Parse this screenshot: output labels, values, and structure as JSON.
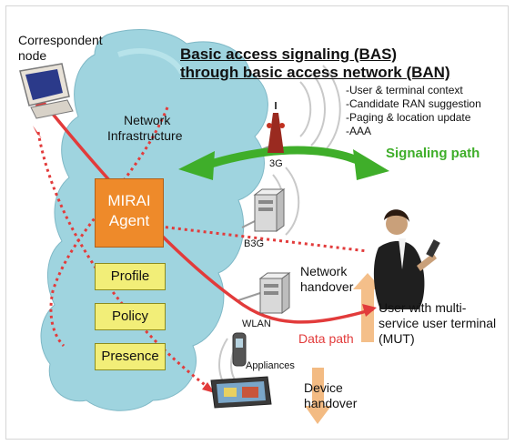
{
  "title": {
    "line1": "Basic access signaling (BAS)",
    "line2": "through basic access network (BAN)"
  },
  "bas_functions": [
    "-User & terminal context",
    "-Candidate RAN suggestion",
    "-Paging & location update",
    "-AAA"
  ],
  "correspondent": {
    "line1": "Correspondent",
    "line2": "node"
  },
  "network_infrastructure": {
    "line1": "Network",
    "line2": "Infrastructure"
  },
  "mirai_agent": {
    "line1": "MIRAI",
    "line2": "Agent"
  },
  "modules": [
    "Profile",
    "Policy",
    "Presence"
  ],
  "access_networks": {
    "3g": "3G",
    "b3g": "B3G",
    "wlan": "WLAN"
  },
  "signaling_path": "Signaling path",
  "data_path": "Data path",
  "network_handover": {
    "line1": "Network",
    "line2": "handover"
  },
  "device_handover": {
    "line1": "Device",
    "line2": "handover"
  },
  "appliances": "Appliances",
  "user": {
    "line1": "User with multi-",
    "line2": "service user terminal",
    "line3": "(MUT)"
  },
  "colors": {
    "cloud": "#9fd4df",
    "agent": "#ee8a2a",
    "module": "#f2ee78",
    "signaling": "#3fae2a",
    "data": "#e23b3b",
    "handover": "#f2b476"
  },
  "icons": [
    "computer-monitor-icon",
    "cell-tower-icon",
    "server-icon",
    "mobile-phone-icon",
    "tablet-device-icon",
    "user-figure-icon"
  ]
}
